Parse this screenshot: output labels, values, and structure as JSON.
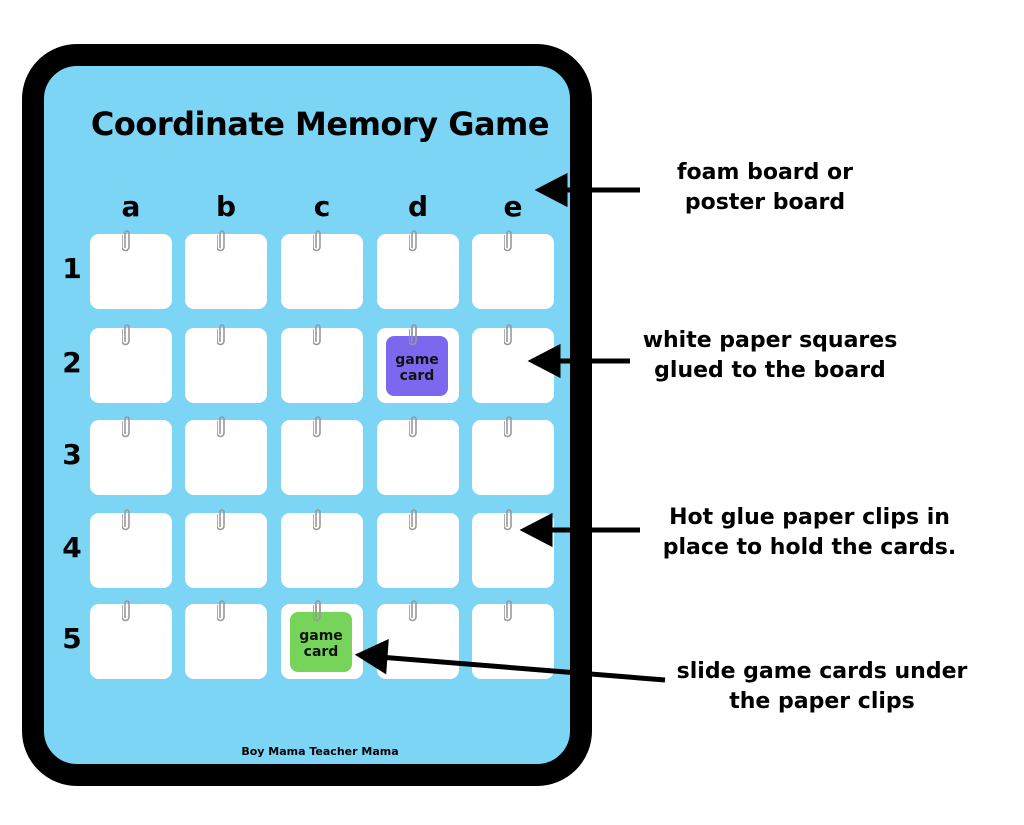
{
  "board": {
    "title": "Coordinate Memory Game",
    "columns": [
      "a",
      "b",
      "c",
      "d",
      "e"
    ],
    "rows": [
      "1",
      "2",
      "3",
      "4",
      "5"
    ],
    "credit": "Boy Mama Teacher Mama",
    "colors": {
      "board": "#7dd5f6",
      "border": "#000000",
      "square": "#ffffff",
      "clip": "#999999"
    }
  },
  "cards": [
    {
      "label": "game card",
      "column": "d",
      "row": "2",
      "color": "#7b68ee"
    },
    {
      "label": "game card",
      "column": "c",
      "row": "5",
      "color": "#77d45a"
    }
  ],
  "annotations": [
    {
      "text": "foam board or\nposter board"
    },
    {
      "text": "white paper squares\nglued to the board"
    },
    {
      "text": "Hot glue paper clips in\nplace to hold the cards."
    },
    {
      "text": "slide game cards under\nthe paper clips"
    }
  ]
}
